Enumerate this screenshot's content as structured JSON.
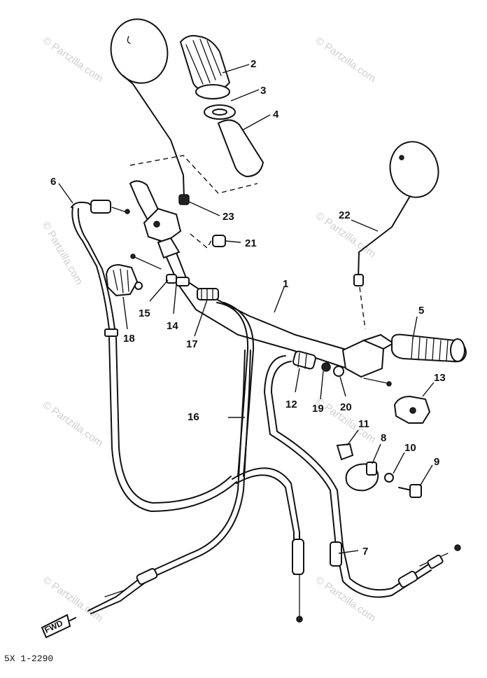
{
  "watermark": "© Partzilla.com",
  "diagram_code": "5X 1-2290",
  "direction_label": "FWD",
  "callouts": [
    "1",
    "2",
    "3",
    "4",
    "5",
    "6",
    "7",
    "8",
    "9",
    "10",
    "11",
    "12",
    "13",
    "14",
    "15",
    "16",
    "17",
    "18",
    "19",
    "20",
    "21",
    "22",
    "23"
  ],
  "line_color": "#111111",
  "watermark_color": "#d0d0d0"
}
